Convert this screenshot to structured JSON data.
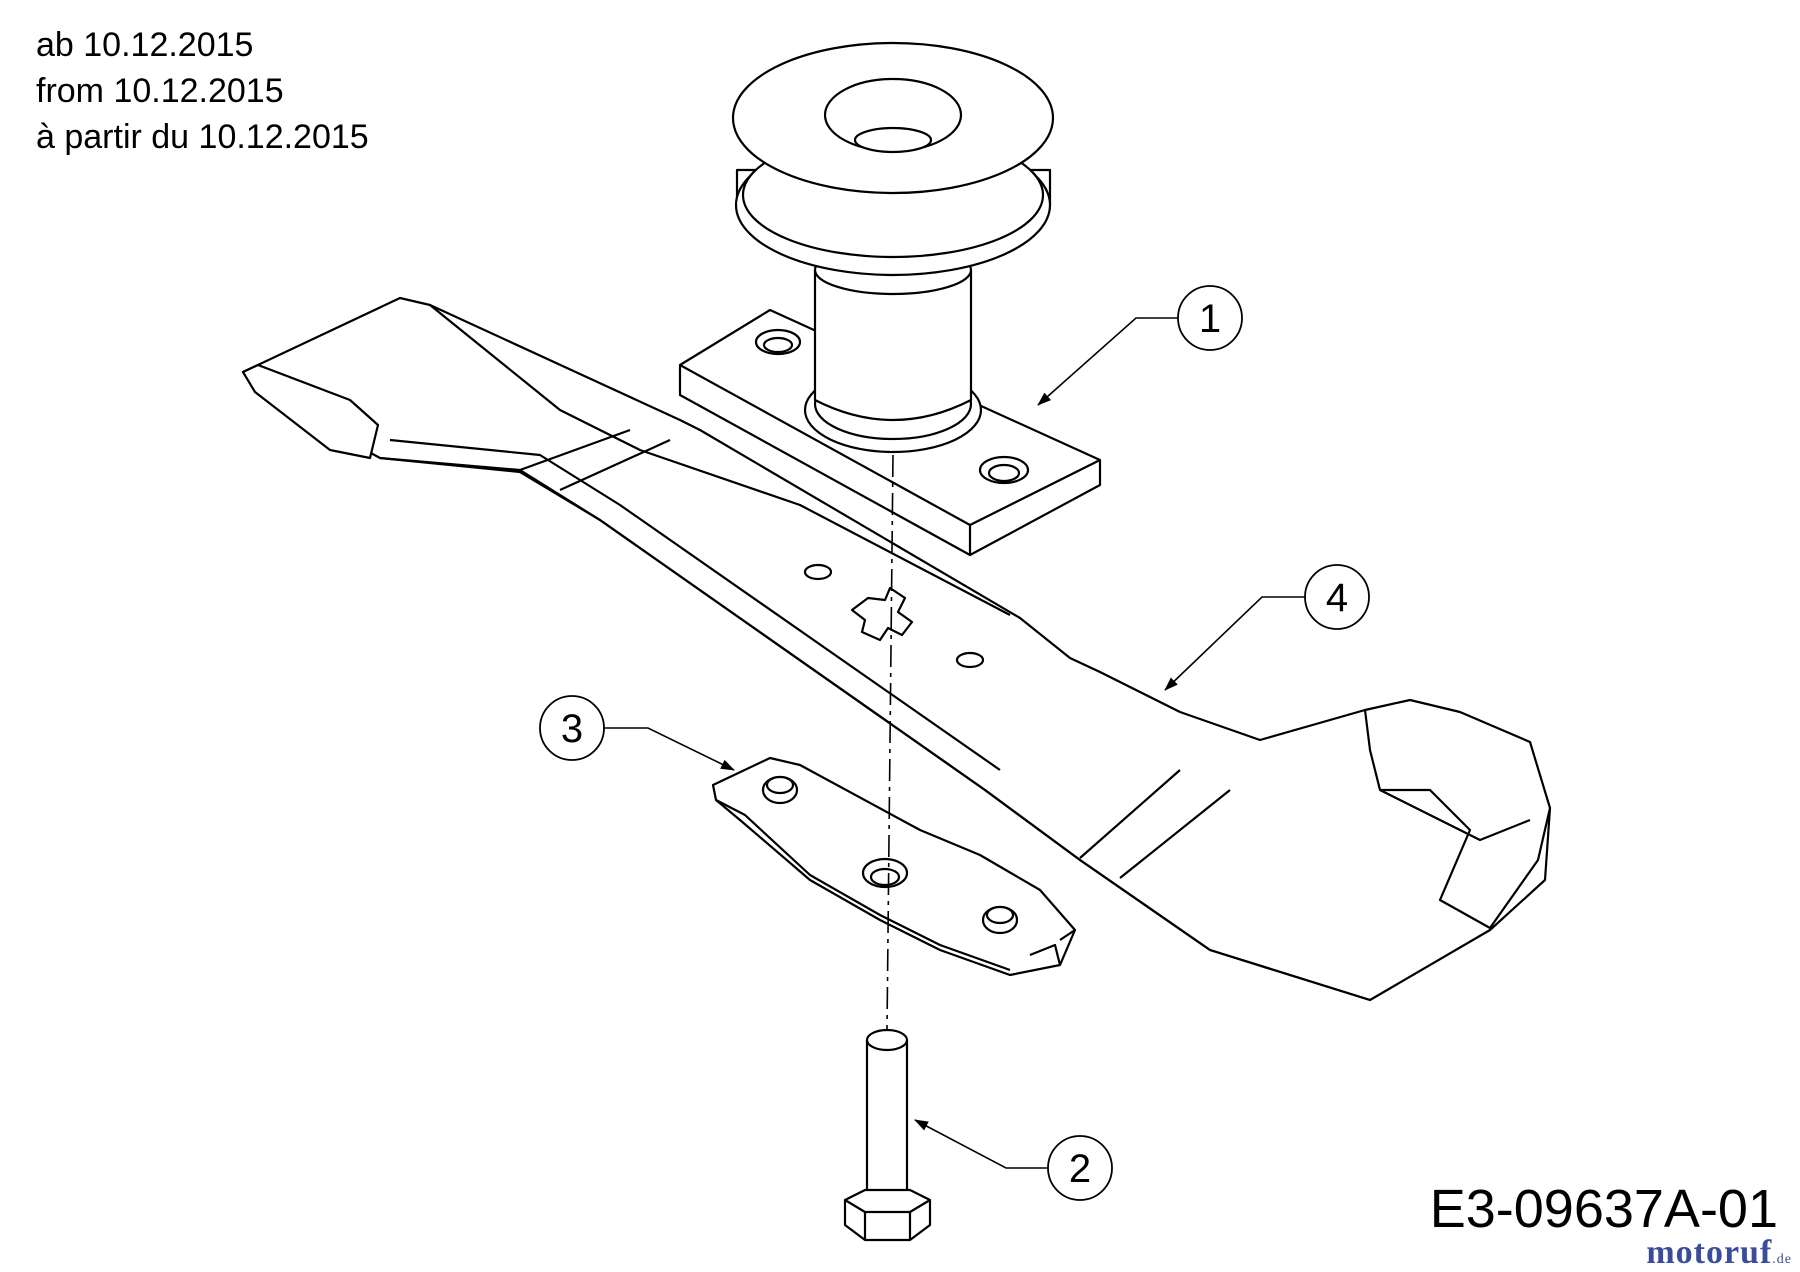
{
  "effective_note": {
    "de": "ab 10.12.2015",
    "en": "from 10.12.2015",
    "fr": "à partir du 10.12.2015"
  },
  "callouts": [
    {
      "number": "1",
      "part": "spindle-housing"
    },
    {
      "number": "2",
      "part": "bolt"
    },
    {
      "number": "3",
      "part": "blade-adapter"
    },
    {
      "number": "4",
      "part": "blade"
    }
  ],
  "drawing_id": "E3-09637A-01",
  "watermark": "motoruf.de"
}
